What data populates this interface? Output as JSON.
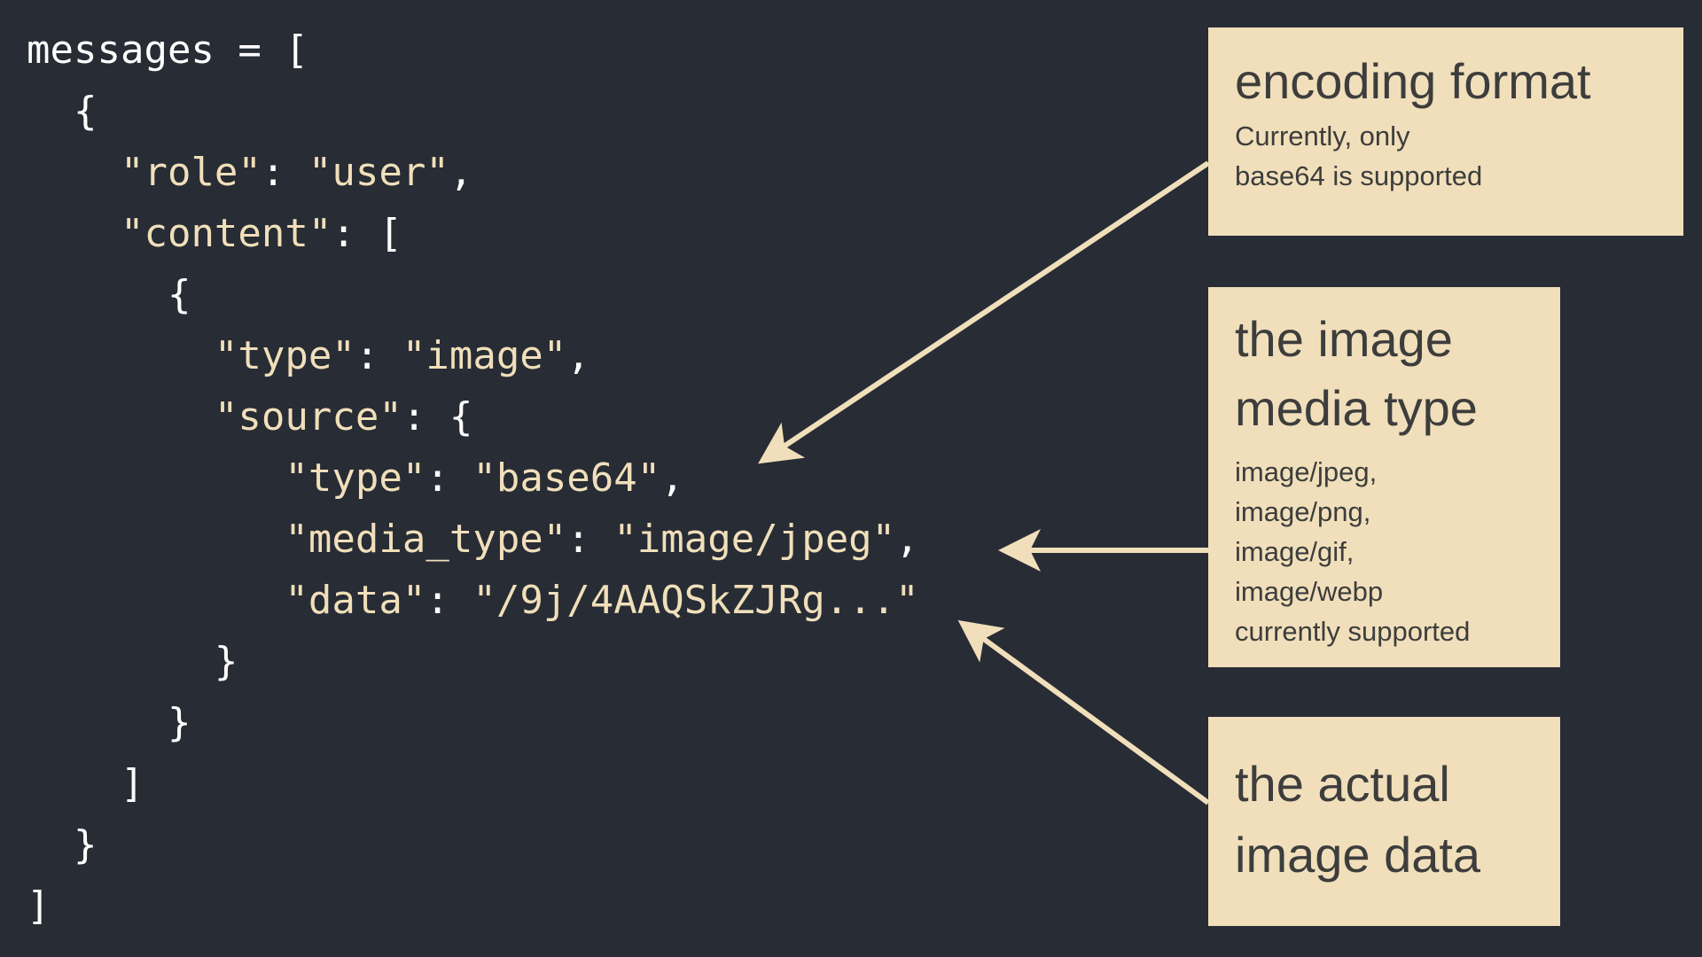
{
  "code": {
    "lines": [
      [
        {
          "t": "messages = [",
          "k": "pun"
        }
      ],
      [
        {
          "t": "  {",
          "k": "pun"
        }
      ],
      [
        {
          "t": "    ",
          "k": "pun"
        },
        {
          "t": "\"role\"",
          "k": "str"
        },
        {
          "t": ": ",
          "k": "pun"
        },
        {
          "t": "\"user\"",
          "k": "str"
        },
        {
          "t": ",",
          "k": "pun"
        }
      ],
      [
        {
          "t": "    ",
          "k": "pun"
        },
        {
          "t": "\"content\"",
          "k": "str"
        },
        {
          "t": ": [",
          "k": "pun"
        }
      ],
      [
        {
          "t": "      {",
          "k": "pun"
        }
      ],
      [
        {
          "t": "        ",
          "k": "pun"
        },
        {
          "t": "\"type\"",
          "k": "str"
        },
        {
          "t": ": ",
          "k": "pun"
        },
        {
          "t": "\"image\"",
          "k": "str"
        },
        {
          "t": ",",
          "k": "pun"
        }
      ],
      [
        {
          "t": "        ",
          "k": "pun"
        },
        {
          "t": "\"source\"",
          "k": "str"
        },
        {
          "t": ": {",
          "k": "pun"
        }
      ],
      [
        {
          "t": "           ",
          "k": "pun"
        },
        {
          "t": "\"type\"",
          "k": "str"
        },
        {
          "t": ": ",
          "k": "pun"
        },
        {
          "t": "\"base64\"",
          "k": "str"
        },
        {
          "t": ",",
          "k": "pun"
        }
      ],
      [
        {
          "t": "           ",
          "k": "pun"
        },
        {
          "t": "\"media_type\"",
          "k": "str"
        },
        {
          "t": ": ",
          "k": "pun"
        },
        {
          "t": "\"image/jpeg\"",
          "k": "str"
        },
        {
          "t": ",",
          "k": "pun"
        }
      ],
      [
        {
          "t": "           ",
          "k": "pun"
        },
        {
          "t": "\"data\"",
          "k": "str"
        },
        {
          "t": ": ",
          "k": "pun"
        },
        {
          "t": "\"/9j/4AAQSkZJRg...\"",
          "k": "str"
        }
      ],
      [
        {
          "t": "        }",
          "k": "pun"
        }
      ],
      [
        {
          "t": "      }",
          "k": "pun"
        }
      ],
      [
        {
          "t": "    ]",
          "k": "pun"
        }
      ],
      [
        {
          "t": "  }",
          "k": "pun"
        }
      ],
      [
        {
          "t": "]",
          "k": "pun"
        }
      ]
    ]
  },
  "annotations": {
    "encoding": {
      "title": "encoding format",
      "desc": [
        "Currently, only",
        "base64 is supported"
      ]
    },
    "media_type": {
      "title_lines": [
        "the image",
        "media type"
      ],
      "desc": [
        "image/jpeg,",
        "image/png,",
        "image/gif,",
        "image/webp",
        "currently supported"
      ]
    },
    "data": {
      "title_lines": [
        "the actual",
        "image data"
      ]
    }
  },
  "colors": {
    "background": "#282c35",
    "accent": "#f0dfba",
    "text_dark": "#3d3d3d",
    "code_text": "#ffffff"
  }
}
